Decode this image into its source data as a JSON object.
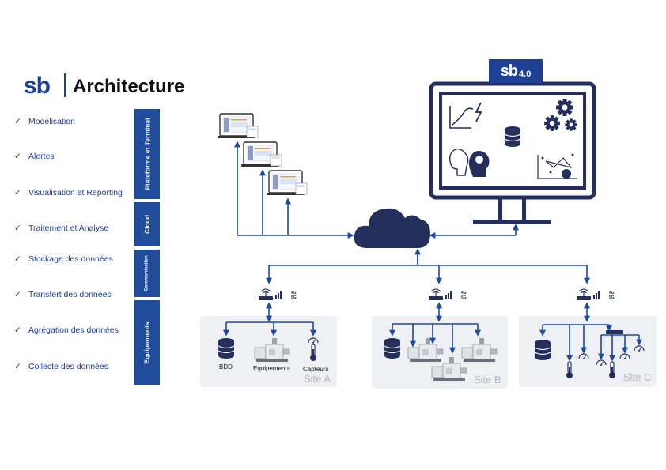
{
  "header": {
    "logo": "sb",
    "title": "Architecture"
  },
  "features": [
    "Modélisation",
    "Alertes",
    "Visualisation et Reporting",
    "Traitement  et Analyse",
    "Stockage des données",
    "Transfert des données",
    "Agrégation des données",
    "Collecte des données"
  ],
  "checkmark": "✓",
  "layers": [
    "Plateforme et Terminal",
    "Cloud",
    "Communication",
    "Equipements"
  ],
  "badge": {
    "main": "sb",
    "version": "4.0"
  },
  "sites": [
    {
      "label": "Site A",
      "devices": [
        "BDD",
        "Equipements",
        "Capteurs"
      ]
    },
    {
      "label": "Site B"
    },
    {
      "label": "Site C"
    }
  ],
  "gateway_text": "4G\n5G",
  "icons": [
    "checkmark-icon",
    "laptop-icon",
    "cloud-icon",
    "monitor-icon",
    "gateway-icon",
    "database-icon",
    "machine-icon",
    "thermometer-icon",
    "gauge-icon",
    "switch-icon",
    "gear-icon",
    "brain-icon",
    "chart-icon"
  ],
  "colors": {
    "primary": "#1d3f94",
    "navy": "#252f5e",
    "layer": "#1f4d9c",
    "site_bg": "#eef0f3"
  }
}
